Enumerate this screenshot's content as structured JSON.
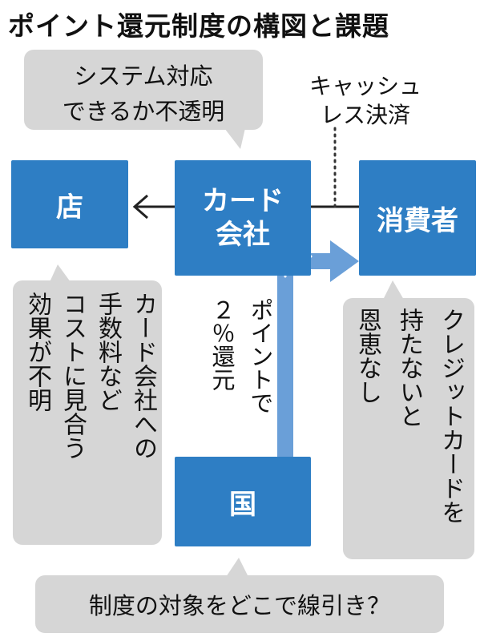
{
  "title": "ポイント還元制度の構図と課題",
  "bubbles": {
    "top": [
      "システム対応",
      "できるか不透明"
    ],
    "store": [
      "効果が不明",
      "コストに見合う",
      "手数料など",
      "カード会社への"
    ],
    "consumer": [
      "恩恵なし",
      "持たないと",
      "クレジットカードを"
    ],
    "bottom": "制度の対象をどこで線引き？"
  },
  "boxes": {
    "store": "店",
    "card_company": [
      "カード",
      "会社"
    ],
    "consumer": "消費者",
    "government": "国"
  },
  "labels": {
    "cashless": [
      "キャッシュ",
      "レス決済"
    ],
    "point_return": [
      "２％還元",
      "ポイントで"
    ]
  },
  "colors": {
    "box": "#2e7ec4",
    "bubble": "#d6d6d6",
    "arrow_light": "#6a9fd8"
  }
}
